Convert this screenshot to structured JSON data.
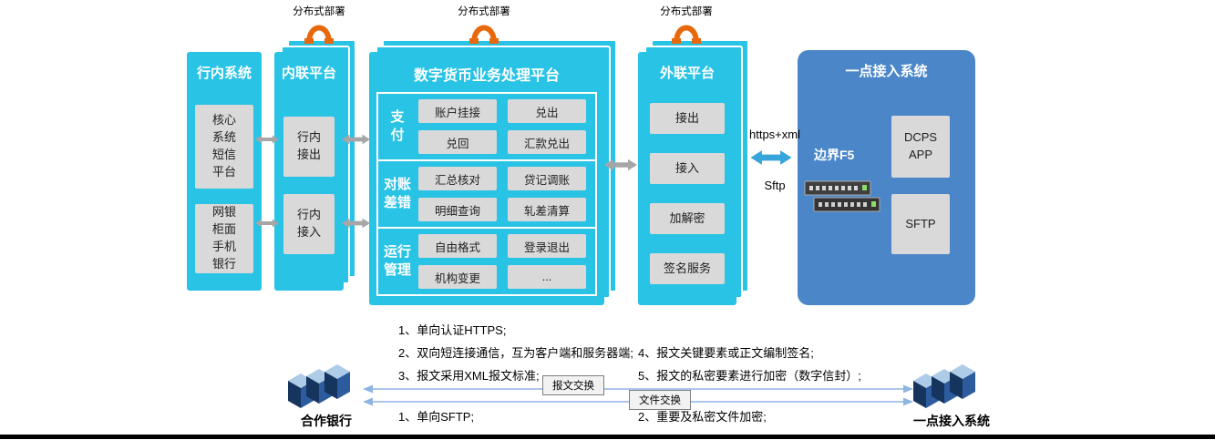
{
  "deploy": {
    "label": "分布式部署"
  },
  "bank_system": {
    "title": "行内系统",
    "core_box": "核心\n系统\n短信\n平台",
    "channel_box": "网银\n柜面\n手机\n银行"
  },
  "inner_platform": {
    "title": "内联平台",
    "out_box": "行内\n接出",
    "in_box": "行内\n接入"
  },
  "dcpp": {
    "title": "数字货币业务处理平台",
    "rows": [
      {
        "label": "支\n付",
        "cells": [
          "账户挂接",
          "兑出",
          "兑回",
          "汇款兑出"
        ]
      },
      {
        "label": "对账\n差错",
        "cells": [
          "汇总核对",
          "贷记调账",
          "明细查询",
          "轧差清算"
        ]
      },
      {
        "label": "运行\n管理",
        "cells": [
          "自由格式",
          "登录退出",
          "机构变更",
          "..."
        ]
      }
    ]
  },
  "outer_platform": {
    "title": "外联平台",
    "items": [
      "接出",
      "接入",
      "加解密",
      "签名服务"
    ]
  },
  "access_system": {
    "title": "一点接入系统",
    "f5_label": "边界F5",
    "dcps_box": "DCPS\nAPP",
    "sftp_box": "SFTP"
  },
  "link": {
    "top_protocol": "https+xml",
    "bottom_protocol": "Sftp"
  },
  "notes": {
    "https_1": "1、单向认证HTTPS;",
    "https_2": "2、双向短连接通信，互为客户端和服务器端;",
    "https_3": "3、报文采用XML报文标准;",
    "sign_4": "4、报文关键要素或正文编制签名;",
    "sign_5": "5、报文的私密要素进行加密（数字信封）;",
    "sftp_1": "1、单向SFTP;",
    "sftp_2": "2、重要及私密文件加密;"
  },
  "bottom": {
    "left_label": "合作银行",
    "right_label": "一点接入系统",
    "msg_exchange": "报文交换",
    "file_exchange": "文件交换"
  }
}
